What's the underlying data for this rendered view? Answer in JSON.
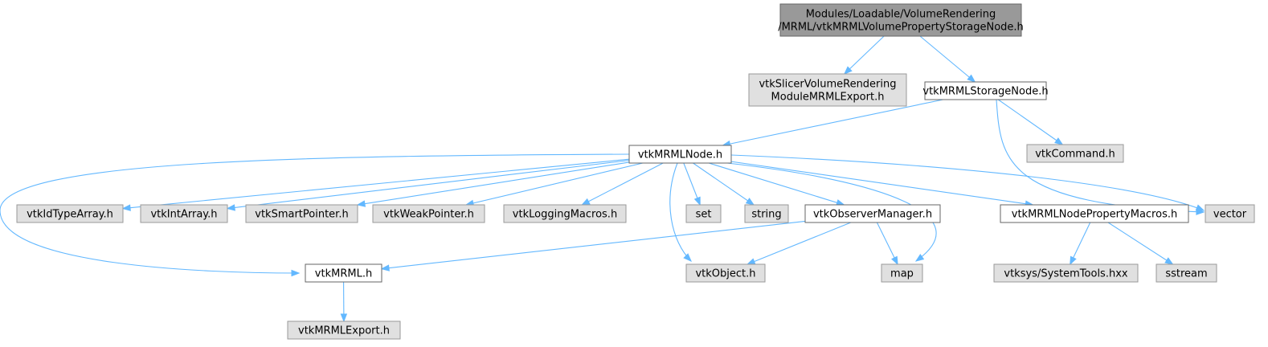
{
  "diagram": {
    "colors": {
      "edge": "#63b8ff",
      "root_fill": "#999999",
      "root_border": "#666666",
      "documented_fill": "#ffffff",
      "documented_border": "#666666",
      "external_fill": "#e0e0e0",
      "external_border": "#999999"
    },
    "nodes": [
      {
        "id": "root",
        "kind": "root",
        "lines": [
          "Modules/Loadable/VolumeRendering",
          "/MRML/vtkMRMLVolumePropertyStorageNode.h"
        ]
      },
      {
        "id": "export_module",
        "kind": "ext",
        "lines": [
          "vtkSlicerVolumeRendering",
          "ModuleMRMLExport.h"
        ]
      },
      {
        "id": "storage_node",
        "kind": "doc",
        "lines": [
          "vtkMRMLStorageNode.h"
        ]
      },
      {
        "id": "mrml_node",
        "kind": "doc",
        "lines": [
          "vtkMRMLNode.h"
        ]
      },
      {
        "id": "vtk_command",
        "kind": "ext",
        "lines": [
          "vtkCommand.h"
        ]
      },
      {
        "id": "vtk_idtypearray",
        "kind": "ext",
        "lines": [
          "vtkIdTypeArray.h"
        ]
      },
      {
        "id": "vtk_intarray",
        "kind": "ext",
        "lines": [
          "vtkIntArray.h"
        ]
      },
      {
        "id": "vtk_smartpointer",
        "kind": "ext",
        "lines": [
          "vtkSmartPointer.h"
        ]
      },
      {
        "id": "vtk_weakpointer",
        "kind": "ext",
        "lines": [
          "vtkWeakPointer.h"
        ]
      },
      {
        "id": "vtk_loggingmacros",
        "kind": "ext",
        "lines": [
          "vtkLoggingMacros.h"
        ]
      },
      {
        "id": "set",
        "kind": "ext",
        "lines": [
          "set"
        ]
      },
      {
        "id": "string",
        "kind": "ext",
        "lines": [
          "string"
        ]
      },
      {
        "id": "observer_manager",
        "kind": "doc",
        "lines": [
          "vtkObserverManager.h"
        ]
      },
      {
        "id": "property_macros",
        "kind": "doc",
        "lines": [
          "vtkMRMLNodePropertyMacros.h"
        ]
      },
      {
        "id": "vector",
        "kind": "ext",
        "lines": [
          "vector"
        ]
      },
      {
        "id": "vtk_mrml",
        "kind": "doc",
        "lines": [
          "vtkMRML.h"
        ]
      },
      {
        "id": "vtk_object",
        "kind": "ext",
        "lines": [
          "vtkObject.h"
        ]
      },
      {
        "id": "map",
        "kind": "ext",
        "lines": [
          "map"
        ]
      },
      {
        "id": "systemtools",
        "kind": "ext",
        "lines": [
          "vtksys/SystemTools.hxx"
        ]
      },
      {
        "id": "sstream",
        "kind": "ext",
        "lines": [
          "sstream"
        ]
      },
      {
        "id": "mrml_export",
        "kind": "ext",
        "lines": [
          "vtkMRMLExport.h"
        ]
      }
    ],
    "edges": [
      {
        "from": "root",
        "to": "export_module"
      },
      {
        "from": "root",
        "to": "storage_node"
      },
      {
        "from": "storage_node",
        "to": "mrml_node"
      },
      {
        "from": "storage_node",
        "to": "vtk_command"
      },
      {
        "from": "storage_node",
        "to": "vector"
      },
      {
        "from": "mrml_node",
        "to": "vtk_idtypearray"
      },
      {
        "from": "mrml_node",
        "to": "vtk_intarray"
      },
      {
        "from": "mrml_node",
        "to": "vtk_smartpointer"
      },
      {
        "from": "mrml_node",
        "to": "vtk_weakpointer"
      },
      {
        "from": "mrml_node",
        "to": "vtk_loggingmacros"
      },
      {
        "from": "mrml_node",
        "to": "set"
      },
      {
        "from": "mrml_node",
        "to": "string"
      },
      {
        "from": "mrml_node",
        "to": "observer_manager"
      },
      {
        "from": "mrml_node",
        "to": "property_macros"
      },
      {
        "from": "mrml_node",
        "to": "vector"
      },
      {
        "from": "mrml_node",
        "to": "vtk_mrml"
      },
      {
        "from": "mrml_node",
        "to": "vtk_object"
      },
      {
        "from": "mrml_node",
        "to": "map"
      },
      {
        "from": "observer_manager",
        "to": "vtk_mrml"
      },
      {
        "from": "observer_manager",
        "to": "vtk_object"
      },
      {
        "from": "observer_manager",
        "to": "map"
      },
      {
        "from": "property_macros",
        "to": "systemtools"
      },
      {
        "from": "property_macros",
        "to": "sstream"
      },
      {
        "from": "vtk_mrml",
        "to": "mrml_export"
      }
    ]
  }
}
